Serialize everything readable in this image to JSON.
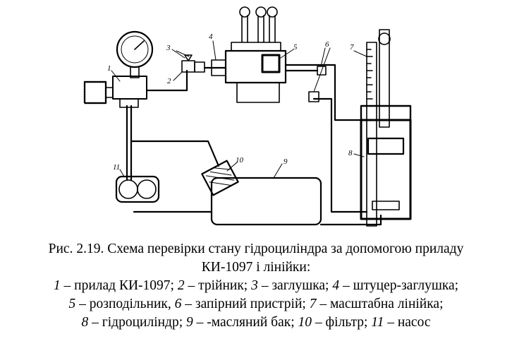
{
  "figure": {
    "callouts": [
      "1",
      "2",
      "3",
      "4",
      "5",
      "6",
      "7",
      "8",
      "9",
      "10",
      "11"
    ]
  },
  "caption": {
    "title_line1": "Рис. 2.19. Схема перевірки стану гідроциліндра за допомогою приладу",
    "title_line2": "КИ-1097 і лінійки:",
    "legend": [
      {
        "num": "1",
        "text": " – прилад КИ-1097; "
      },
      {
        "num": "2",
        "text": " – трійник; "
      },
      {
        "num": "3",
        "text": " – заглушка; "
      },
      {
        "num": "4",
        "text": " – штуцер-заглушка;"
      },
      {
        "num": "5",
        "text": " – розподільник, "
      },
      {
        "num": "6",
        "text": " – запірний пристрій; "
      },
      {
        "num": "7",
        "text": " – масштабна лінійка;"
      },
      {
        "num": "8",
        "text": " – гідроциліндр; "
      },
      {
        "num": "9",
        "text": " – -масляний бак; "
      },
      {
        "num": "10",
        "text": " – фільтр; "
      },
      {
        "num": "11",
        "text": " – насос"
      }
    ]
  }
}
